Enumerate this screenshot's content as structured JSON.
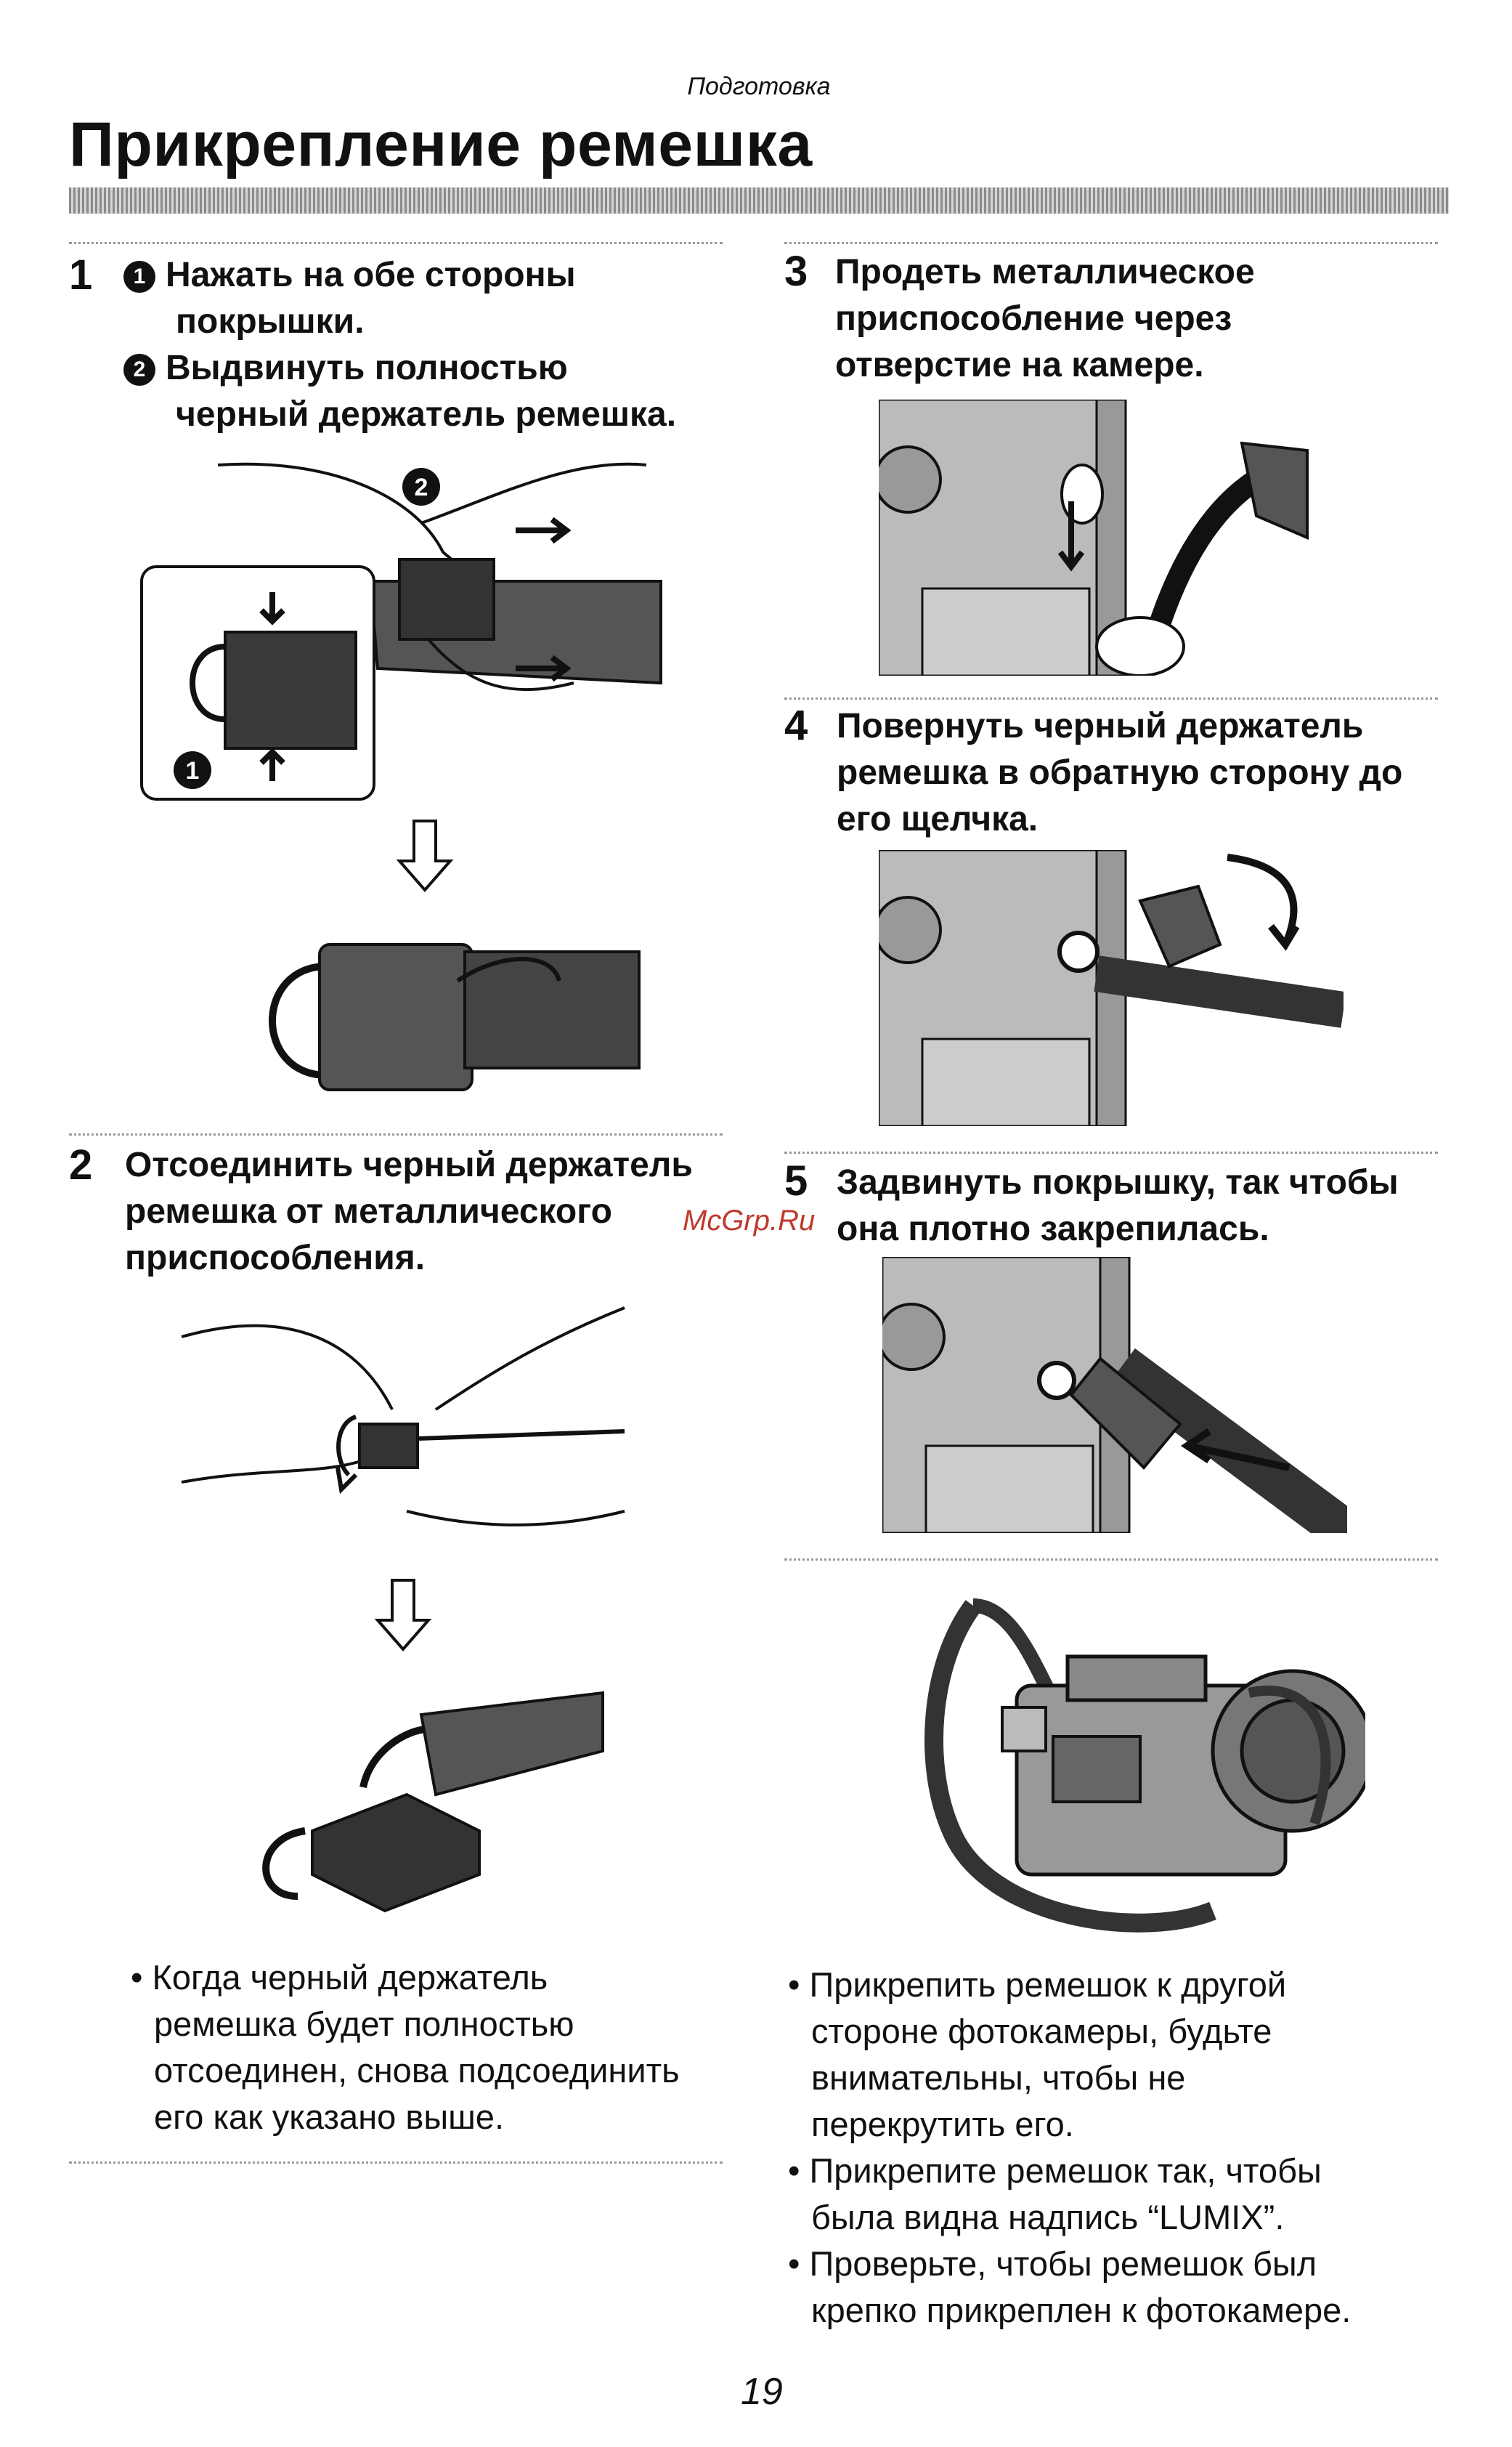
{
  "header": {
    "section": "Подготовка",
    "title": "Прикрепление ремешка"
  },
  "steps": [
    {
      "number": "1",
      "sub": [
        {
          "marker": "1",
          "lines": [
            "Нажать на обе стороны",
            "покрышки."
          ]
        },
        {
          "marker": "2",
          "lines": [
            "Выдвинуть полностью",
            "черный держатель ремешка."
          ]
        }
      ]
    },
    {
      "number": "2",
      "lines": [
        "Отсоединить черный держатель",
        "ремешка от металлического",
        "приспособления."
      ]
    },
    {
      "number": "3",
      "lines": [
        "Продеть металлическое",
        "приспособление через",
        "отверстие на камере."
      ]
    },
    {
      "number": "4",
      "lines": [
        "Повернуть черный держатель",
        "ремешка в обратную сторону до",
        "его щелчка."
      ]
    },
    {
      "number": "5",
      "lines": [
        "Задвинуть покрышку, так чтобы",
        "она плотно закрепилась."
      ]
    }
  ],
  "figure_markers": {
    "one": "1",
    "two": "2"
  },
  "note_left": [
    "• Когда черный держатель",
    "ремешка будет полностью",
    "отсоединен, снова подсоединить",
    "его как указано выше."
  ],
  "notes_right": [
    [
      "• Прикрепить ремешок к другой",
      "стороне фотокамеры, будьте",
      "внимательны, чтобы не",
      "перекрутить его."
    ],
    [
      "• Прикрепите ремешок так, чтобы",
      "была видна надпись “LUMIX”."
    ],
    [
      "• Проверьте, чтобы ремешок был",
      "крепко прикреплен к фотокамере."
    ]
  ],
  "watermark": "McGrp.Ru",
  "page_number": "19"
}
